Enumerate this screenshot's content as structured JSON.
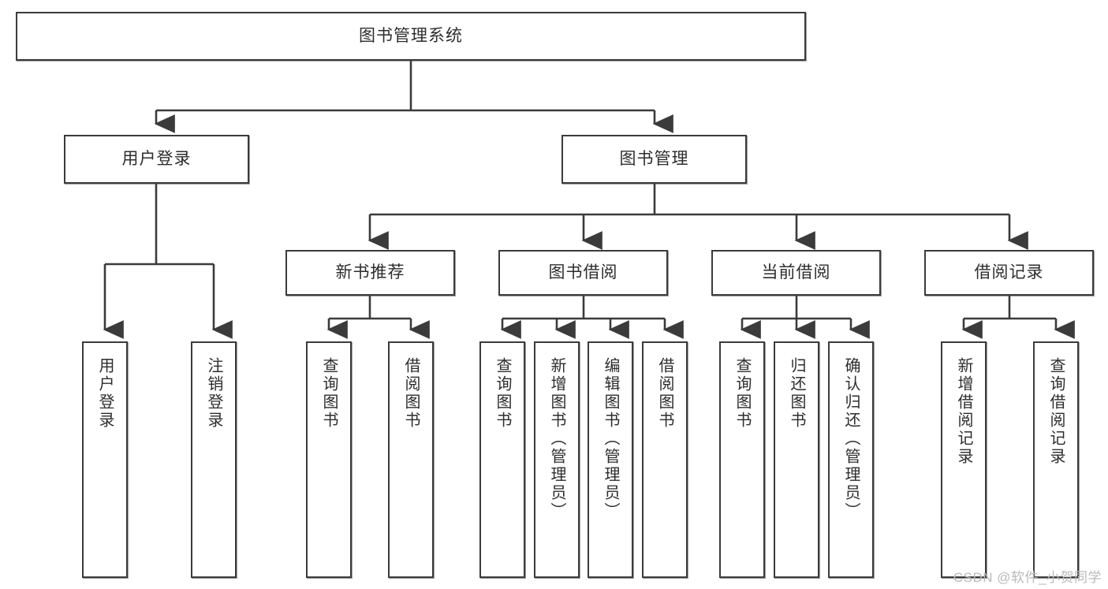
{
  "diagram": {
    "title": "图书管理系统",
    "type": "tree-hierarchy",
    "watermark": "CSDN @软件_小贺同学",
    "colors": {
      "node_border": "#3b3b3b",
      "node_fill": "#ffffff",
      "edge": "#3b3b3b",
      "text": "#2d2d2d",
      "watermark": "#b9b9b9",
      "background": "#ffffff"
    },
    "nodes": {
      "root": {
        "label": "图书管理系统"
      },
      "level2": [
        {
          "id": "user-login",
          "label": "用户登录"
        },
        {
          "id": "book-manage",
          "label": "图书管理"
        }
      ],
      "level3": [
        {
          "id": "new-book-rec",
          "label": "新书推荐"
        },
        {
          "id": "book-borrow",
          "label": "图书借阅"
        },
        {
          "id": "current-borrow",
          "label": "当前借阅"
        },
        {
          "id": "borrow-record",
          "label": "借阅记录"
        }
      ],
      "leaves": {
        "user_login": [
          {
            "id": "leaf-user-login",
            "label": "用户登录"
          },
          {
            "id": "leaf-logout-login",
            "label": "注销登录"
          }
        ],
        "new_book_rec": [
          {
            "id": "leaf-query-book-1",
            "label": "查询图书"
          },
          {
            "id": "leaf-borrow-book-1",
            "label": "借阅图书"
          }
        ],
        "book_borrow": [
          {
            "id": "leaf-query-book-2",
            "label": "查询图书"
          },
          {
            "id": "leaf-add-book",
            "label": "新增图书（管理员）"
          },
          {
            "id": "leaf-edit-book",
            "label": "编辑图书（管理员）"
          },
          {
            "id": "leaf-borrow-book-2",
            "label": "借阅图书"
          }
        ],
        "current_borrow": [
          {
            "id": "leaf-query-book-3",
            "label": "查询图书"
          },
          {
            "id": "leaf-return-book",
            "label": "归还图书"
          },
          {
            "id": "leaf-confirm-return",
            "label": "确认归还（管理员）"
          }
        ],
        "borrow_record": [
          {
            "id": "leaf-add-record",
            "label": "新增借阅记录"
          },
          {
            "id": "leaf-query-record",
            "label": "查询借阅记录"
          }
        ]
      }
    }
  }
}
